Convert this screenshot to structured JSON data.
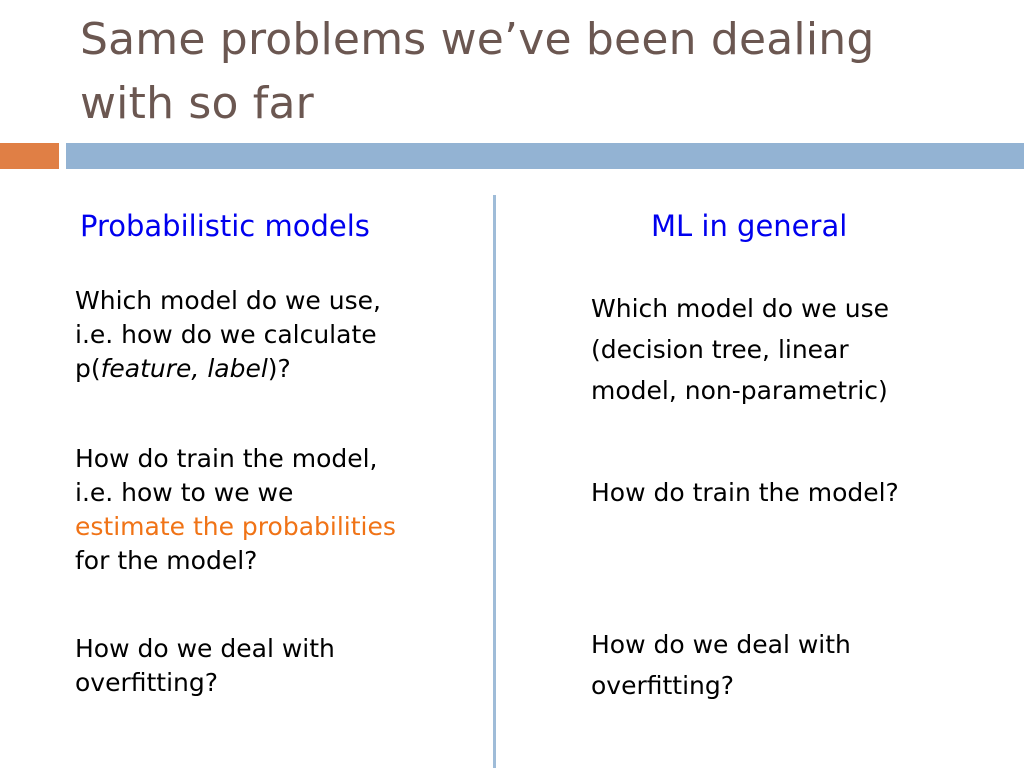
{
  "slide": {
    "title_line1": "Same problems we’ve been dealing",
    "title_line2": "with so far",
    "colors": {
      "title": "#6b5751",
      "accent_orange": "#e07f45",
      "accent_blue": "#93b3d3",
      "divider": "#9fbcd8",
      "heading_blue": "#0000ee",
      "highlight_orange": "#f07316"
    }
  },
  "left_column": {
    "heading": "Probabilistic models",
    "items": [
      {
        "line1": "Which model do we use,",
        "line2": "i.e. how do we calculate",
        "line3_prefix": "p(",
        "line3_italic": "feature, label",
        "line3_suffix": ")?"
      },
      {
        "line1": "How do train the model,",
        "line2": "i.e. how to we we",
        "line3_highlight": "estimate the probabilities",
        "line4": "for the model?"
      },
      {
        "line1": "How do we deal with",
        "line2": "overfitting?"
      }
    ]
  },
  "right_column": {
    "heading": "ML in general",
    "items": [
      {
        "line1": "Which model do we use",
        "line2": "(decision tree, linear",
        "line3": "model, non-parametric)"
      },
      {
        "line1": "How do train the model?"
      },
      {
        "line1": "How do we deal with",
        "line2": "overfitting?"
      }
    ]
  }
}
